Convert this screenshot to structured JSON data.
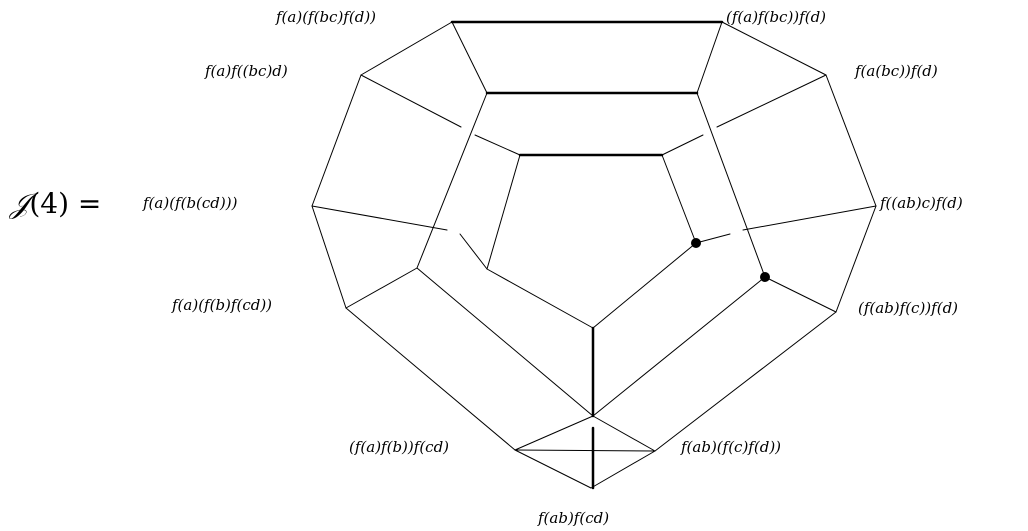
{
  "title": {
    "symbol": "𝒥",
    "rest": "(4) ="
  },
  "vertex_labels": {
    "top_left": "f(a)(f(bc)f(d))",
    "top_right": "(f(a)f(bc))f(d)",
    "upper_left": "f(a)f((bc)d)",
    "upper_right": "f(a(bc))f(d)",
    "mid_left": "f(a)(f(b(cd)))",
    "mid_right": "f((ab)c)f(d)",
    "lower_left": "f(a)(f(b)f(cd))",
    "lower_right": "(f(ab)f(c))f(d)",
    "bottom_left": "(f(a)f(b))f(cd)",
    "bottom_right": "f(ab)(f(c)f(d))",
    "bottom": "f(ab)f(cd)"
  }
}
